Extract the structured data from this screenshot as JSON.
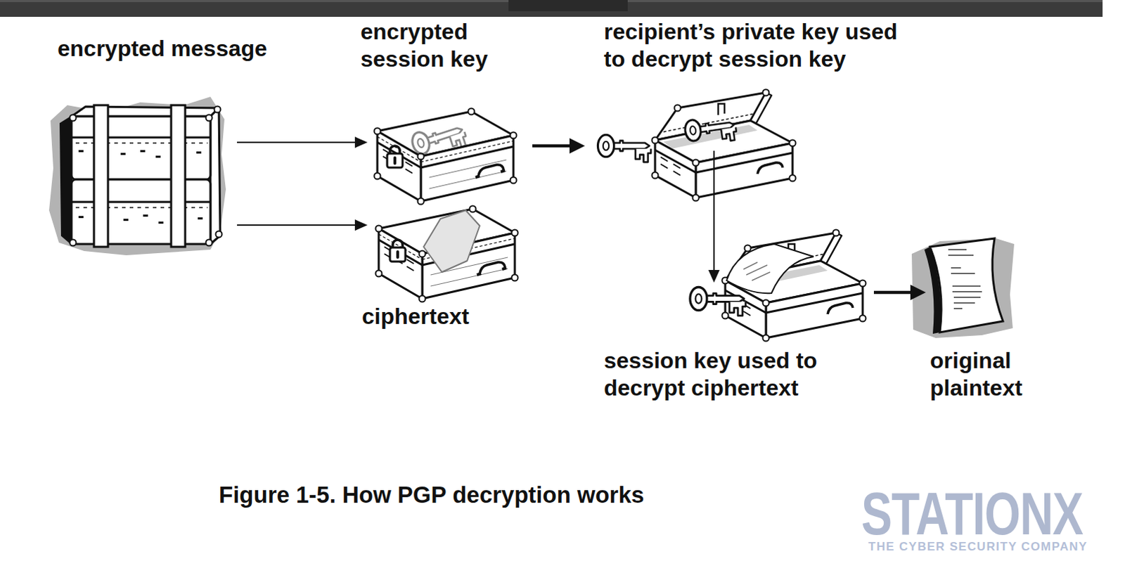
{
  "diagram": {
    "caption": "Figure 1-5. How PGP decryption works",
    "nodes": [
      {
        "text": [
          "encrypted message"
        ]
      },
      {
        "text": [
          "encrypted session key"
        ]
      },
      {
        "text": [
          "ciphertext"
        ]
      },
      {
        "text": [
          "recipient’s private key used to decrypt session key"
        ]
      },
      {
        "text": [
          "session key used to decrypt ciphertext"
        ]
      },
      {
        "text": [
          "original plaintext"
        ]
      }
    ],
    "edges": [
      {
        "from": 0,
        "to": 1,
        "arrow": "to"
      },
      {
        "from": 0,
        "to": 2,
        "arrow": "to"
      },
      {
        "from": 1,
        "to": 3,
        "arrow": "to"
      },
      {
        "from": 3,
        "to": 4,
        "arrow": "to"
      },
      {
        "from": 4,
        "to": 5,
        "arrow": "to"
      }
    ],
    "labels": [
      "STATIONX",
      "THE CYBER SECURITY COMPANY"
    ]
  }
}
